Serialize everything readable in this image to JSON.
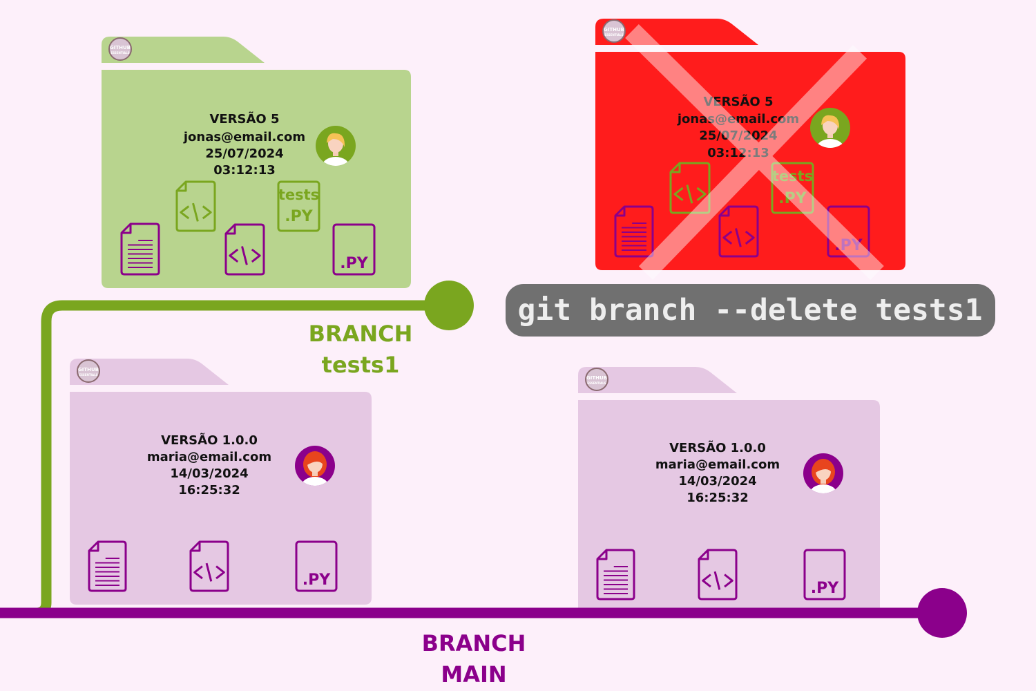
{
  "colors": {
    "background": "#fdf0fa",
    "branch_tests": "#7aa61f",
    "branch_main": "#8b008b",
    "folder_green": "#b8d48e",
    "folder_pink": "#e5c8e3",
    "folder_deleted": "#ff1c1c",
    "command_bg": "#707070"
  },
  "logo_text": [
    "GITHUB",
    "ESSENTIALS"
  ],
  "icon_labels": {
    "tests": "tests",
    "py": ".PY"
  },
  "folders": [
    {
      "id": "tests1-commit",
      "color": "green",
      "deleted": false,
      "avatar": "jonas",
      "lines": [
        "VERSÃO 5",
        "jonas@email.com",
        "25/07/2024",
        "03:12:13"
      ],
      "files": [
        "document",
        "code-green",
        "code-purple",
        "tests-py",
        "py"
      ]
    },
    {
      "id": "deleted-commit",
      "color": "red",
      "deleted": true,
      "avatar": "jonas",
      "lines": [
        "VERSÃO 5",
        "jonas@email.com",
        "25/07/2024",
        "03:12:13"
      ],
      "files": [
        "document",
        "code-green",
        "code-purple",
        "tests-py",
        "py"
      ]
    },
    {
      "id": "main-commit-1",
      "color": "pink",
      "deleted": false,
      "avatar": "maria",
      "lines": [
        "VERSÃO 1.0.0",
        "maria@email.com",
        "14/03/2024",
        "16:25:32"
      ],
      "files": [
        "document",
        "code-purple",
        "py"
      ]
    },
    {
      "id": "main-commit-2",
      "color": "pink",
      "deleted": false,
      "avatar": "maria",
      "lines": [
        "VERSÃO 1.0.0",
        "maria@email.com",
        "14/03/2024",
        "16:25:32"
      ],
      "files": [
        "document",
        "code-purple",
        "py"
      ]
    }
  ],
  "branches": {
    "tests": {
      "label_1": "BRANCH",
      "label_2": "tests1"
    },
    "main": {
      "label_1": "BRANCH",
      "label_2": "MAIN"
    }
  },
  "command": "git branch --delete tests1"
}
